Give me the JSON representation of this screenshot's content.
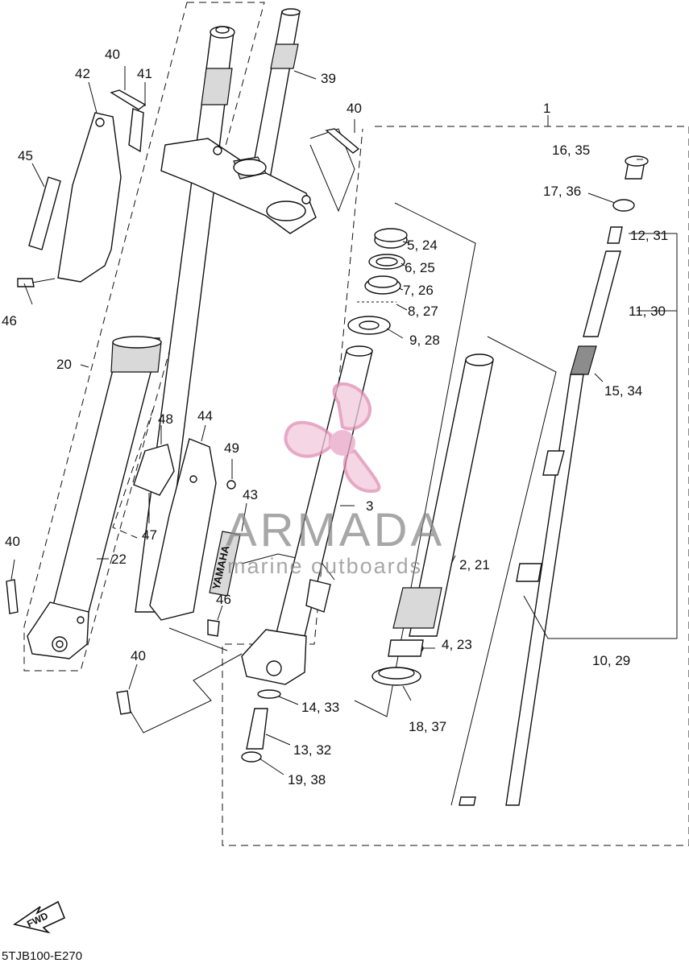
{
  "diagram_code": "5TJB100-E270",
  "fwd_label": "FWD",
  "watermark": {
    "brand": "ARMADA",
    "tagline": "marine outboards"
  },
  "decal_text": "YAMAHA",
  "callouts": {
    "c1": "1",
    "c2": "2, 21",
    "c3": "3",
    "c4": "4, 23",
    "c5": "5, 24",
    "c6": "6, 25",
    "c7": "7, 26",
    "c8": "8, 27",
    "c9": "9, 28",
    "c10": "10, 29",
    "c11": "11, 30",
    "c12": "12, 31",
    "c13": "13, 32",
    "c14": "14, 33",
    "c15": "15, 34",
    "c16": "16, 35",
    "c17": "17, 36",
    "c18": "18, 37",
    "c19": "19, 38",
    "c20": "20",
    "c22": "22",
    "c39": "39",
    "c40a": "40",
    "c40b": "40",
    "c40c": "40",
    "c40d": "40",
    "c41": "41",
    "c42": "42",
    "c43": "43",
    "c44": "44",
    "c45": "45",
    "c46a": "46",
    "c46b": "46",
    "c47": "47",
    "c48": "48",
    "c49": "49"
  }
}
